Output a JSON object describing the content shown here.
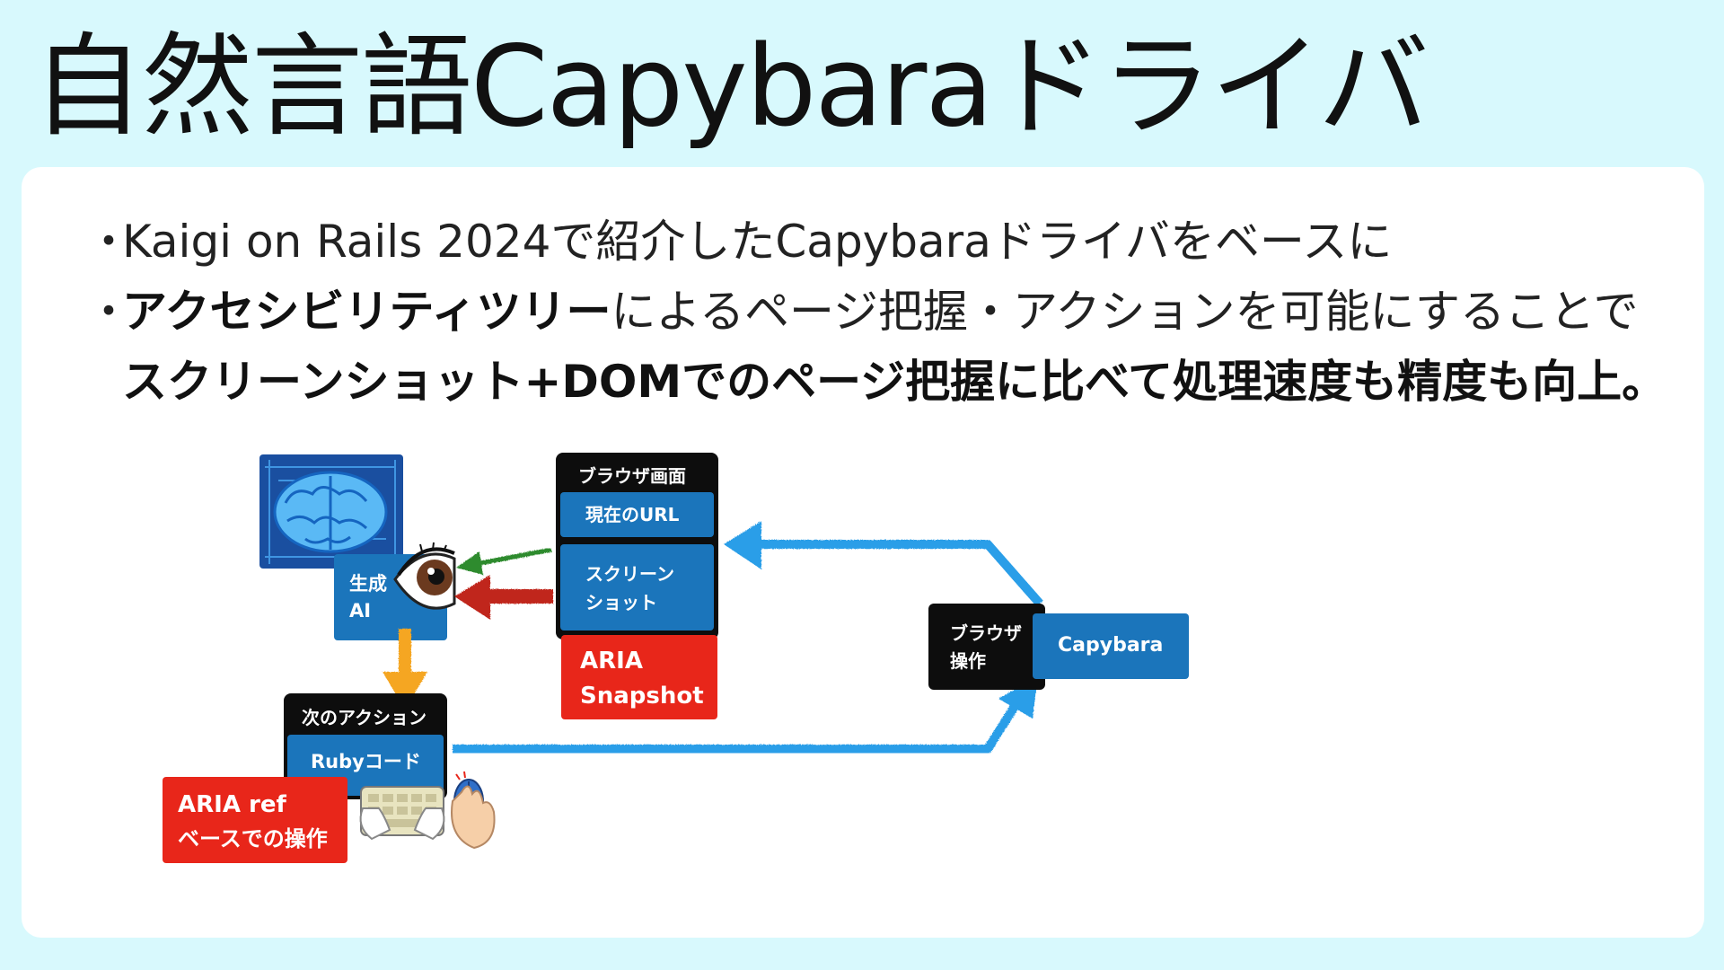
{
  "title": "自然言語Capybaraドライバ",
  "bullets": {
    "b1": "Kaigi on Rails 2024で紹介したCapybaraドライバをベースに",
    "b2_bold": "アクセシビリティツリー",
    "b2_rest": "によるページ把握・アクションを可能にすることで",
    "b3_bold": "スクリーンショット+DOMでのページ把握に比べて処理速度も精度も向上。"
  },
  "diagram": {
    "ai_label_1": "生成",
    "ai_label_2": "AI",
    "browser_header": "ブラウザ画面",
    "current_url": "現在のURL",
    "screenshot_1": "スクリーン",
    "screenshot_2": "ショット",
    "aria_snapshot_1": "ARIA",
    "aria_snapshot_2": "Snapshot",
    "next_action_header": "次のアクション",
    "ruby_code": "Rubyコード",
    "aria_ref_1": "ARIA ref",
    "aria_ref_2": "ベースでの操作",
    "browser_op_1": "ブラウザ",
    "browser_op_2": "操作",
    "capybara": "Capybara"
  },
  "colors": {
    "background": "#d8f9fd",
    "blue_box": "#1b75bb",
    "red_box": "#e8261a",
    "black_box": "#0d0d0d",
    "arrow_blue": "#2a9ee8",
    "arrow_green": "#2e8b2e",
    "arrow_red": "#c0281e",
    "arrow_orange": "#f5a623"
  }
}
